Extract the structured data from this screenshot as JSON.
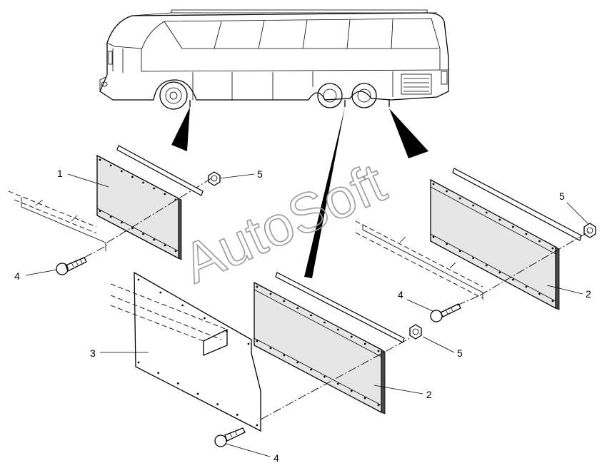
{
  "watermark": "AutoSoft",
  "callouts": [
    {
      "id": "c1-top-left",
      "text": "1"
    },
    {
      "id": "c5-top-left",
      "text": "5"
    },
    {
      "id": "c4-left",
      "text": "4"
    },
    {
      "id": "c3",
      "text": "3"
    },
    {
      "id": "c5-right",
      "text": "5"
    },
    {
      "id": "c2-right",
      "text": "2"
    },
    {
      "id": "c4-right",
      "text": "4"
    },
    {
      "id": "c5-center",
      "text": "5"
    },
    {
      "id": "c2-center",
      "text": "2"
    },
    {
      "id": "c4-bottom",
      "text": "4"
    }
  ]
}
